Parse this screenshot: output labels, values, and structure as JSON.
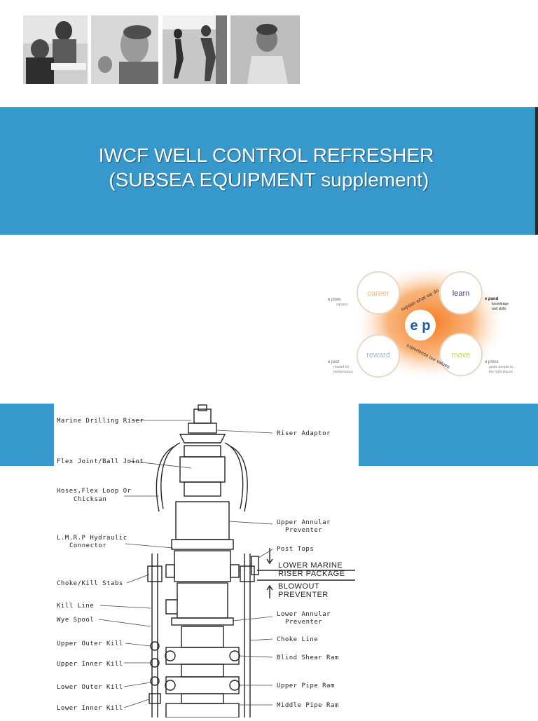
{
  "header": {
    "photos": [
      "photo-meeting",
      "photo-man-profile",
      "photo-runners",
      "photo-man-smiling"
    ]
  },
  "banner": {
    "title_line1": "IWCF WELL CONTROL REFRESHER",
    "title_line2": " (SUBSEA EQUIPMENT supplement)",
    "color": "#3698cb"
  },
  "emblem": {
    "center": "e p",
    "arc_top": "explain what we do",
    "arc_bottom": "experience our values",
    "bubbles": [
      {
        "word": "career",
        "caption1": "e plore",
        "caption2": "careers"
      },
      {
        "word": "learn",
        "caption1": "e pand",
        "caption2": "knowledge",
        "caption3": "and skills"
      },
      {
        "word": "reward",
        "caption1": "e pect",
        "caption2": "reward for",
        "caption3": "performance"
      },
      {
        "word": "move",
        "caption1": "e press",
        "caption2": "guide people to",
        "caption3": "the right places"
      }
    ]
  },
  "diagram": {
    "left_labels": [
      "Marine Drilling Riser",
      "Flex Joint/Ball Joint",
      "Hoses,Flex Loop Or",
      "Chicksan",
      "L.M.R.P Hydraulic",
      "Connector",
      "Choke/Kill Stabs",
      "Kill Line",
      "Wye Spool",
      "Upper Outer Kill",
      "Upper Inner Kill",
      "Lower Outer Kill",
      "Lower Inner Kill"
    ],
    "right_labels": [
      "Riser Adaptor",
      "Upper Annular",
      "Preventer",
      "Post Tops",
      "Lower Annular",
      "Preventer",
      "Choke Line",
      "Blind Shear Ram",
      "Upper Pipe Ram",
      "Middle Pipe Ram"
    ],
    "section_labels": [
      "LOWER MARINE",
      "RISER PACKAGE",
      "BLOWOUT",
      "PREVENTER"
    ]
  }
}
